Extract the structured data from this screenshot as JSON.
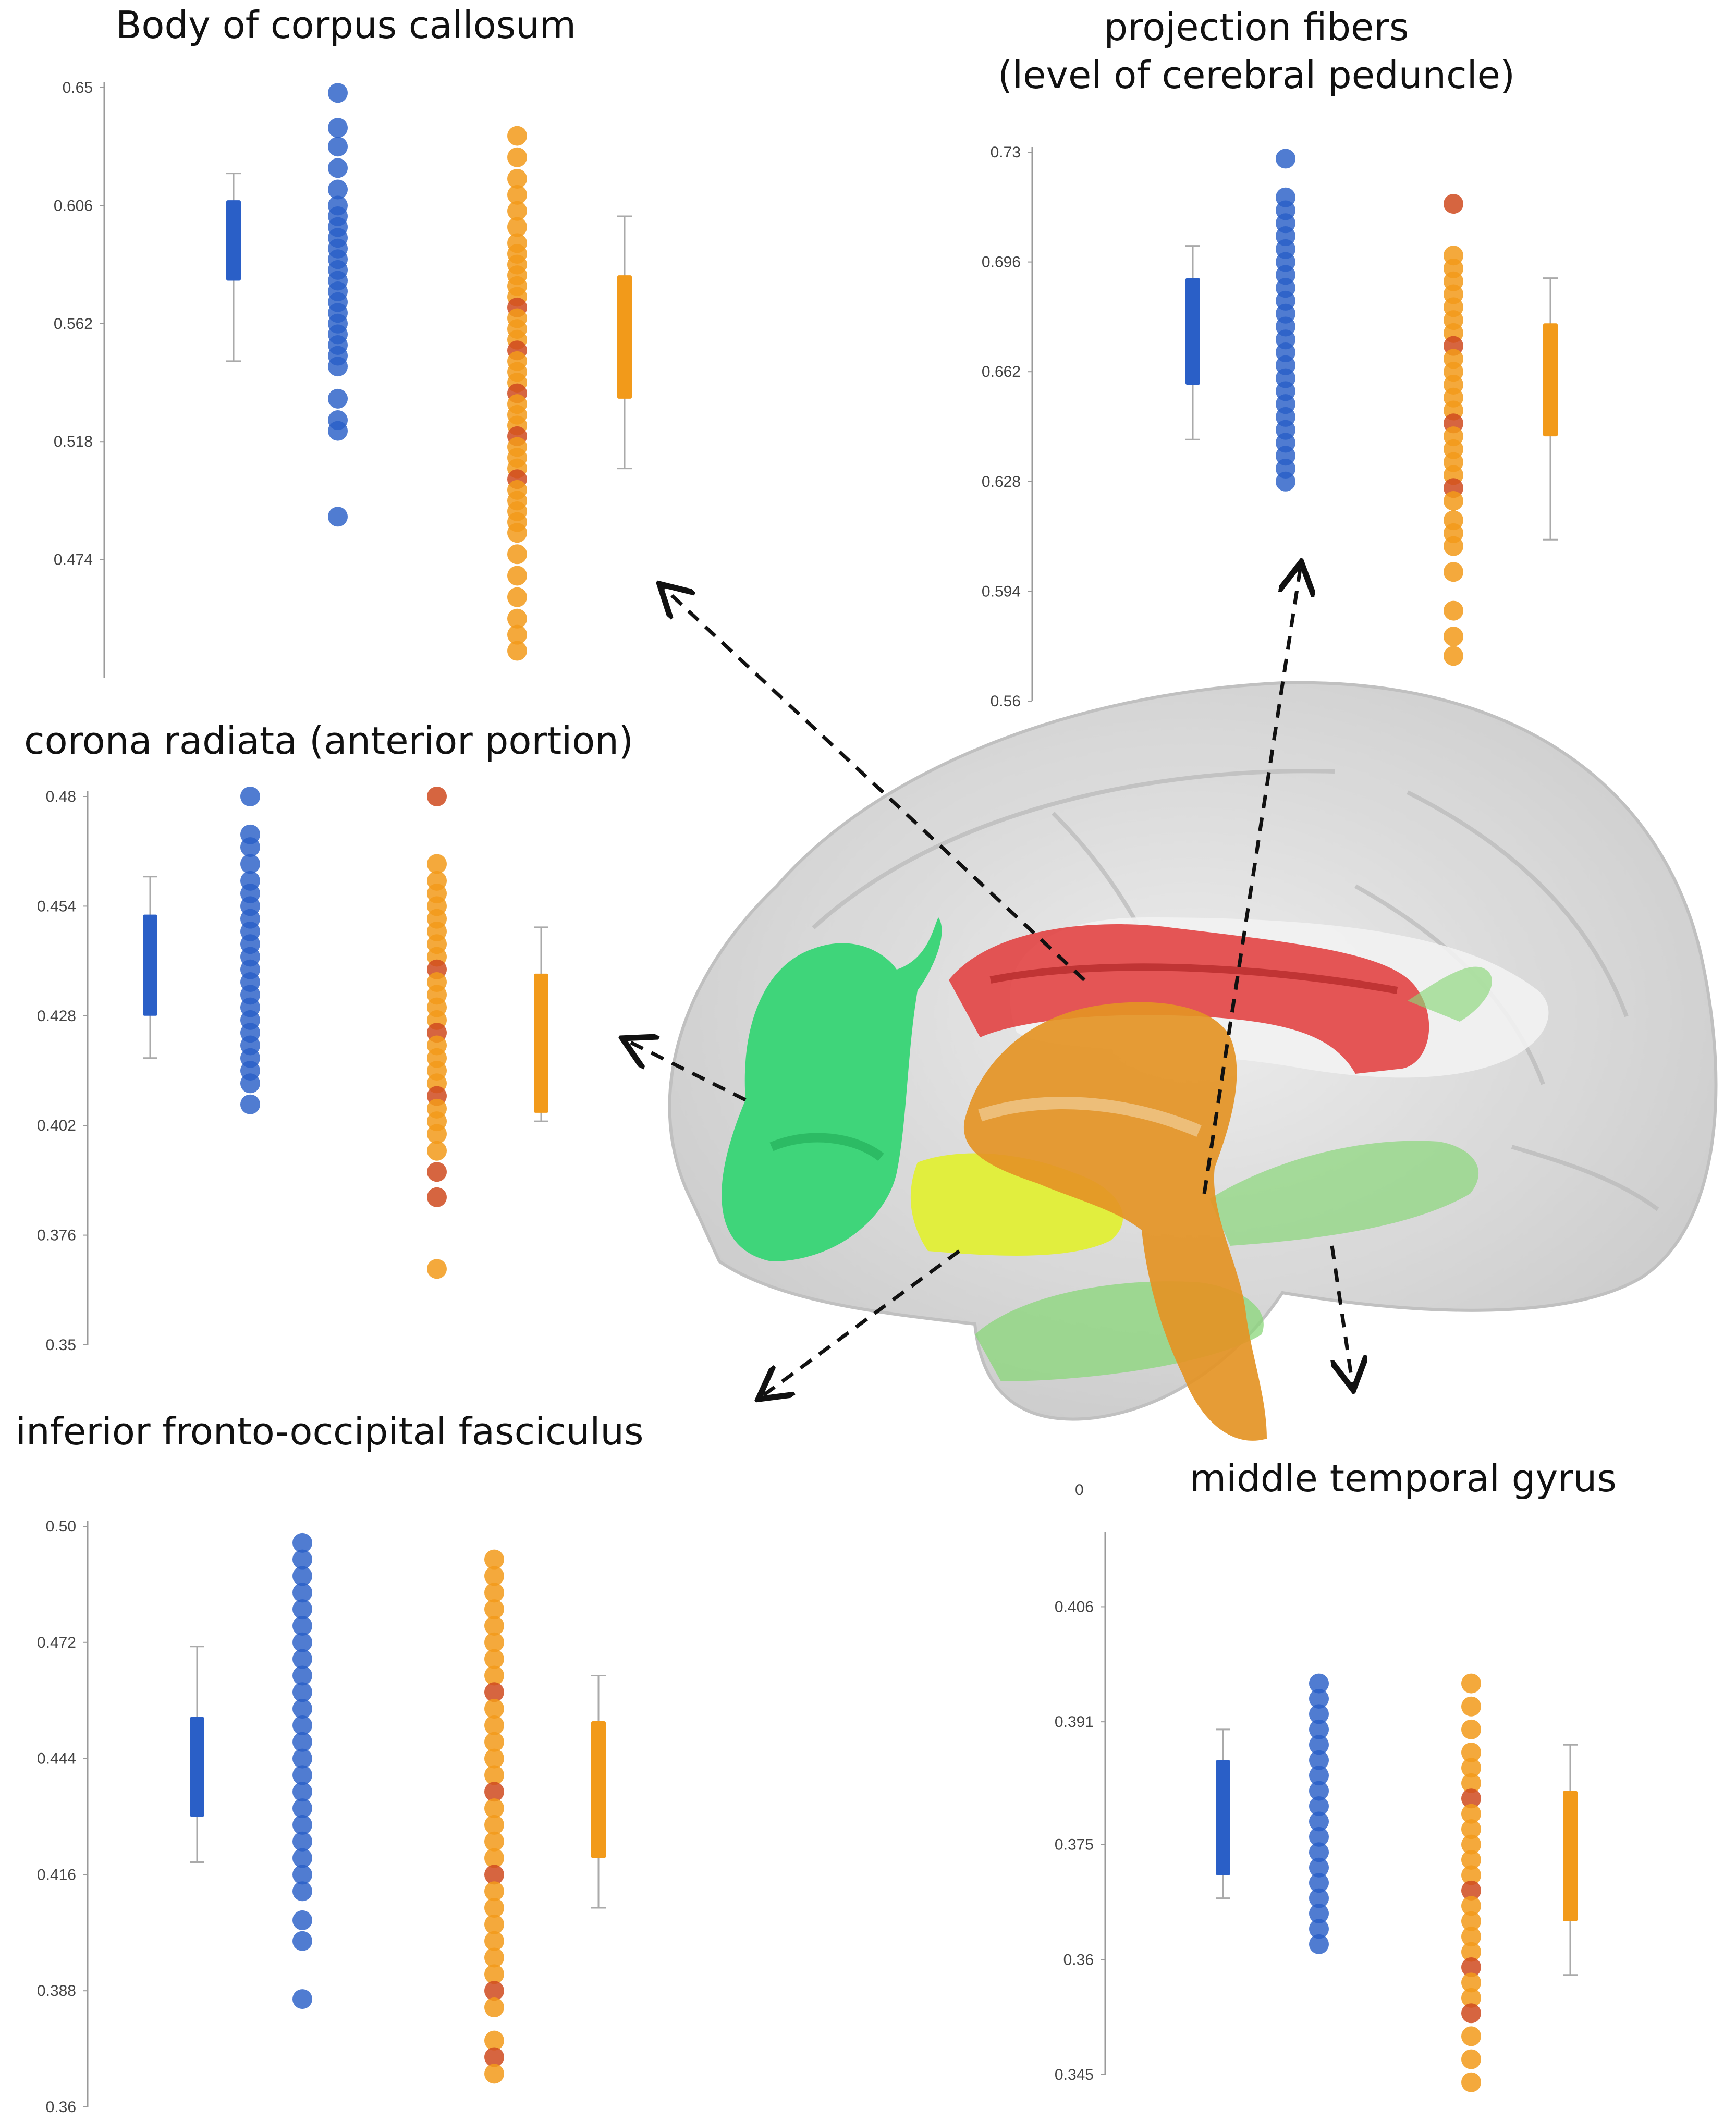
{
  "colors": {
    "blue": "#2a5fc7",
    "orange": "#f29a1a",
    "red_dot": "#cf4a1f",
    "whisker": "#aaaaaa",
    "axis": "#9a9a9a",
    "arrow": "#111111",
    "brain": "#dadada",
    "tract_red": "#e23a3a",
    "tract_green": "#3fd57a",
    "tract_light_green": "#8ad77a",
    "tract_orange": "#e49425",
    "tract_yellow": "#e1ee3e"
  },
  "figure": {
    "footer_tick": "0"
  },
  "chart_data": [
    {
      "id": "cc",
      "type": "scatter",
      "title": "Body of corpus callosum",
      "yticks": [
        "0.65",
        "0.606",
        "0.562",
        "0.518",
        "0.474"
      ],
      "ylim": [
        0.43,
        0.65
      ],
      "blue_box": {
        "q1": 0.578,
        "q3": 0.608,
        "whisk_lo": 0.548,
        "whisk_hi": 0.618
      },
      "orange_box": {
        "q1": 0.534,
        "q3": 0.58,
        "whisk_lo": 0.508,
        "whisk_hi": 0.602
      },
      "blue_dots": [
        0.648,
        0.635,
        0.628,
        0.62,
        0.612,
        0.606,
        0.602,
        0.598,
        0.594,
        0.59,
        0.586,
        0.582,
        0.578,
        0.574,
        0.57,
        0.566,
        0.562,
        0.558,
        0.554,
        0.55,
        0.546,
        0.534,
        0.526,
        0.522,
        0.49
      ],
      "orange_dots": [
        0.632,
        0.624,
        0.616,
        0.61,
        0.604,
        0.598,
        0.592,
        0.588,
        0.584,
        0.58,
        0.576,
        0.572,
        0.568,
        0.564,
        0.56,
        0.556,
        0.552,
        0.548,
        0.544,
        0.54,
        0.536,
        0.532,
        0.528,
        0.524,
        0.52,
        0.516,
        0.512,
        0.508,
        0.504,
        0.5,
        0.496,
        0.492,
        0.488,
        0.484,
        0.476,
        0.468,
        0.46,
        0.452,
        0.446,
        0.44
      ],
      "orange_red_idx": [
        12,
        16,
        20,
        24,
        28
      ]
    },
    {
      "id": "pf",
      "type": "scatter",
      "title": "projection fibers\n(level of cerebral peduncle)",
      "yticks": [
        "0.73",
        "0.696",
        "0.662",
        "0.628",
        "0.594",
        "0.56"
      ],
      "ylim": [
        0.56,
        0.73
      ],
      "blue_box": {
        "q1": 0.658,
        "q3": 0.691,
        "whisk_lo": 0.641,
        "whisk_hi": 0.701
      },
      "orange_box": {
        "q1": 0.642,
        "q3": 0.677,
        "whisk_lo": 0.61,
        "whisk_hi": 0.691
      },
      "blue_dots": [
        0.728,
        0.716,
        0.712,
        0.708,
        0.704,
        0.7,
        0.696,
        0.692,
        0.688,
        0.684,
        0.68,
        0.676,
        0.672,
        0.668,
        0.664,
        0.66,
        0.656,
        0.652,
        0.648,
        0.644,
        0.64,
        0.636,
        0.632,
        0.628
      ],
      "orange_dots": [
        0.714,
        0.698,
        0.694,
        0.69,
        0.686,
        0.682,
        0.678,
        0.674,
        0.67,
        0.666,
        0.662,
        0.658,
        0.654,
        0.65,
        0.646,
        0.642,
        0.638,
        0.634,
        0.63,
        0.626,
        0.622,
        0.616,
        0.612,
        0.608,
        0.6,
        0.588,
        0.58,
        0.574
      ],
      "orange_red_idx": [
        0,
        8,
        14,
        19
      ]
    },
    {
      "id": "cr",
      "type": "scatter",
      "title": "corona radiata (anterior portion)",
      "yticks": [
        "0.48",
        "0.454",
        "0.428",
        "0.402",
        "0.376",
        "0.35"
      ],
      "ylim": [
        0.35,
        0.48
      ],
      "blue_box": {
        "q1": 0.428,
        "q3": 0.452,
        "whisk_lo": 0.418,
        "whisk_hi": 0.461
      },
      "orange_box": {
        "q1": 0.405,
        "q3": 0.438,
        "whisk_lo": 0.403,
        "whisk_hi": 0.449
      },
      "blue_dots": [
        0.48,
        0.471,
        0.468,
        0.464,
        0.46,
        0.457,
        0.454,
        0.451,
        0.448,
        0.445,
        0.442,
        0.439,
        0.436,
        0.433,
        0.43,
        0.427,
        0.424,
        0.421,
        0.418,
        0.415,
        0.412,
        0.407
      ],
      "orange_dots": [
        0.48,
        0.464,
        0.46,
        0.457,
        0.454,
        0.451,
        0.448,
        0.445,
        0.442,
        0.439,
        0.436,
        0.433,
        0.43,
        0.427,
        0.424,
        0.421,
        0.418,
        0.415,
        0.412,
        0.409,
        0.406,
        0.403,
        0.4,
        0.396,
        0.391,
        0.385,
        0.368
      ],
      "orange_red_idx": [
        0,
        9,
        14,
        19,
        24,
        25
      ]
    },
    {
      "id": "ifof",
      "type": "scatter",
      "title": "inferior fronto-occipital fasciculus",
      "yticks": [
        "0.50",
        "0.472",
        "0.444",
        "0.416",
        "0.388",
        "0.36"
      ],
      "ylim": [
        0.36,
        0.5
      ],
      "blue_box": {
        "q1": 0.43,
        "q3": 0.454,
        "whisk_lo": 0.419,
        "whisk_hi": 0.471
      },
      "orange_box": {
        "q1": 0.42,
        "q3": 0.453,
        "whisk_lo": 0.408,
        "whisk_hi": 0.464
      },
      "blue_dots": [
        0.496,
        0.492,
        0.488,
        0.484,
        0.48,
        0.476,
        0.472,
        0.468,
        0.464,
        0.46,
        0.456,
        0.452,
        0.448,
        0.444,
        0.44,
        0.436,
        0.432,
        0.428,
        0.424,
        0.42,
        0.416,
        0.412,
        0.405,
        0.4,
        0.386
      ],
      "orange_dots": [
        0.492,
        0.488,
        0.484,
        0.48,
        0.476,
        0.472,
        0.468,
        0.464,
        0.46,
        0.456,
        0.452,
        0.448,
        0.444,
        0.44,
        0.436,
        0.432,
        0.428,
        0.424,
        0.42,
        0.416,
        0.412,
        0.408,
        0.404,
        0.4,
        0.396,
        0.392,
        0.388,
        0.384,
        0.376,
        0.372,
        0.368
      ],
      "orange_red_idx": [
        8,
        14,
        19,
        26,
        29
      ]
    },
    {
      "id": "mtg",
      "type": "scatter",
      "title": "middle temporal gyrus",
      "yticks": [
        "0.406",
        "0.391",
        "0.375",
        "0.36",
        "0.345"
      ],
      "ylim": [
        0.345,
        0.415
      ],
      "blue_box": {
        "q1": 0.371,
        "q3": 0.386,
        "whisk_lo": 0.368,
        "whisk_hi": 0.39
      },
      "orange_box": {
        "q1": 0.365,
        "q3": 0.382,
        "whisk_lo": 0.358,
        "whisk_hi": 0.388
      },
      "blue_dots": [
        0.396,
        0.394,
        0.392,
        0.39,
        0.388,
        0.386,
        0.384,
        0.382,
        0.38,
        0.378,
        0.376,
        0.374,
        0.372,
        0.37,
        0.368,
        0.366,
        0.364,
        0.362
      ],
      "orange_dots": [
        0.396,
        0.393,
        0.39,
        0.387,
        0.385,
        0.383,
        0.381,
        0.379,
        0.377,
        0.375,
        0.373,
        0.371,
        0.369,
        0.367,
        0.365,
        0.363,
        0.361,
        0.359,
        0.357,
        0.355,
        0.353,
        0.35,
        0.347,
        0.344
      ],
      "orange_red_idx": [
        6,
        12,
        17,
        20
      ]
    }
  ]
}
